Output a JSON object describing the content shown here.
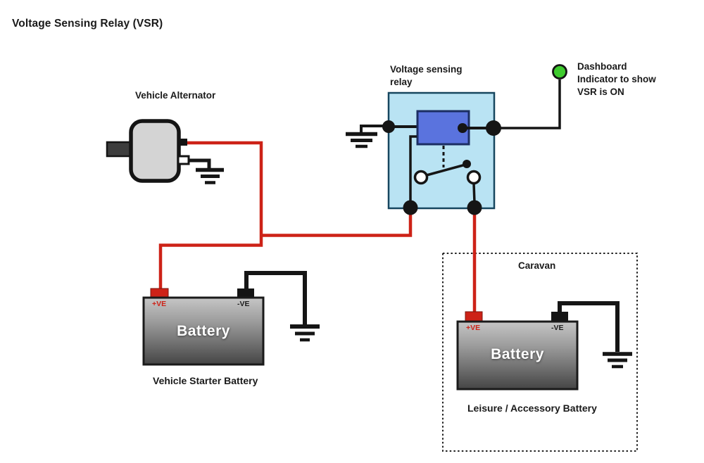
{
  "title": "Voltage Sensing Relay (VSR)",
  "diagram": {
    "alternator": {
      "label": "Vehicle Alternator"
    },
    "vsr": {
      "label_line1": "Voltage sensing",
      "label_line2": "relay"
    },
    "indicator": {
      "label_line1": "Dashboard",
      "label_line2": "Indicator to show",
      "label_line3": "VSR is ON"
    },
    "starter_battery": {
      "pos_label": "+VE",
      "neg_label": "-VE",
      "body_label": "Battery",
      "caption": "Vehicle Starter Battery"
    },
    "caravan": {
      "label": "Caravan"
    },
    "leisure_battery": {
      "pos_label": "+VE",
      "neg_label": "-VE",
      "body_label": "Battery",
      "caption": "Leisure / Accessory Battery"
    }
  },
  "colors": {
    "wire_red": "#cd2217",
    "wire_black": "#151515",
    "indicator_green": "#3ecb2e",
    "vsr_box_fill": "#b9e3f3",
    "vsr_box_border": "#16465f",
    "coil_fill": "#5a73de",
    "coil_border": "#1c2e63",
    "alternator_fill": "#d4d4d4",
    "battery_gradient_top": "#c6c6c6",
    "battery_gradient_bottom": "#454545",
    "terminal_red": "#cd2217",
    "terminal_black": "#141414"
  }
}
